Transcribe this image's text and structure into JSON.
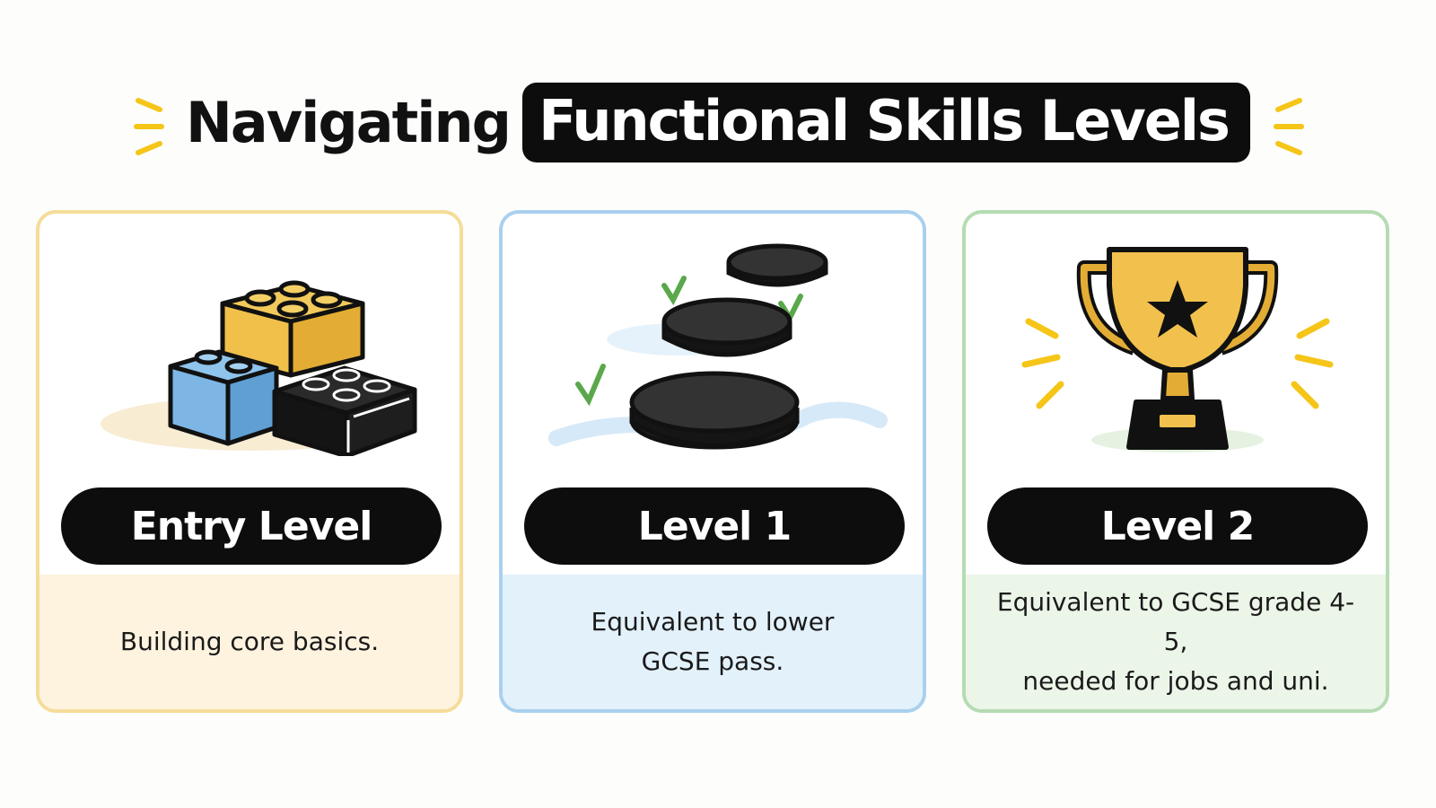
{
  "title": {
    "plain": "Navigating",
    "highlight": "Functional Skills Levels"
  },
  "colors": {
    "accent_yellow": "#f5c518",
    "entry_border": "#f5dc98",
    "level1_border": "#a9d0ee",
    "level2_border": "#b5dbb2",
    "pill": "#0d0d0d"
  },
  "cards": [
    {
      "icon": "building-blocks-icon",
      "label": "Entry Level",
      "description": [
        "Building core basics."
      ]
    },
    {
      "icon": "stepping-stones-icon",
      "label": "Level 1",
      "description": [
        "Equivalent to lower",
        "GCSE pass."
      ]
    },
    {
      "icon": "trophy-icon",
      "label": "Level 2",
      "description": [
        "Equivalent to GCSE grade 4-5,",
        "needed for jobs and uni."
      ]
    }
  ]
}
